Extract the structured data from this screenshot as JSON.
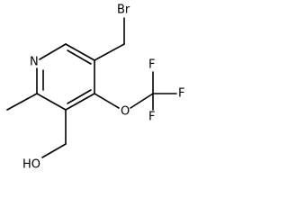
{
  "molecule": {
    "atoms": {
      "ring_nitrogen": "N",
      "bromine": "Br",
      "ether_oxygen": "O",
      "fluorine_top": "F",
      "fluorine_right": "F",
      "fluorine_bottom": "F",
      "hydroxyl": "HO"
    }
  }
}
